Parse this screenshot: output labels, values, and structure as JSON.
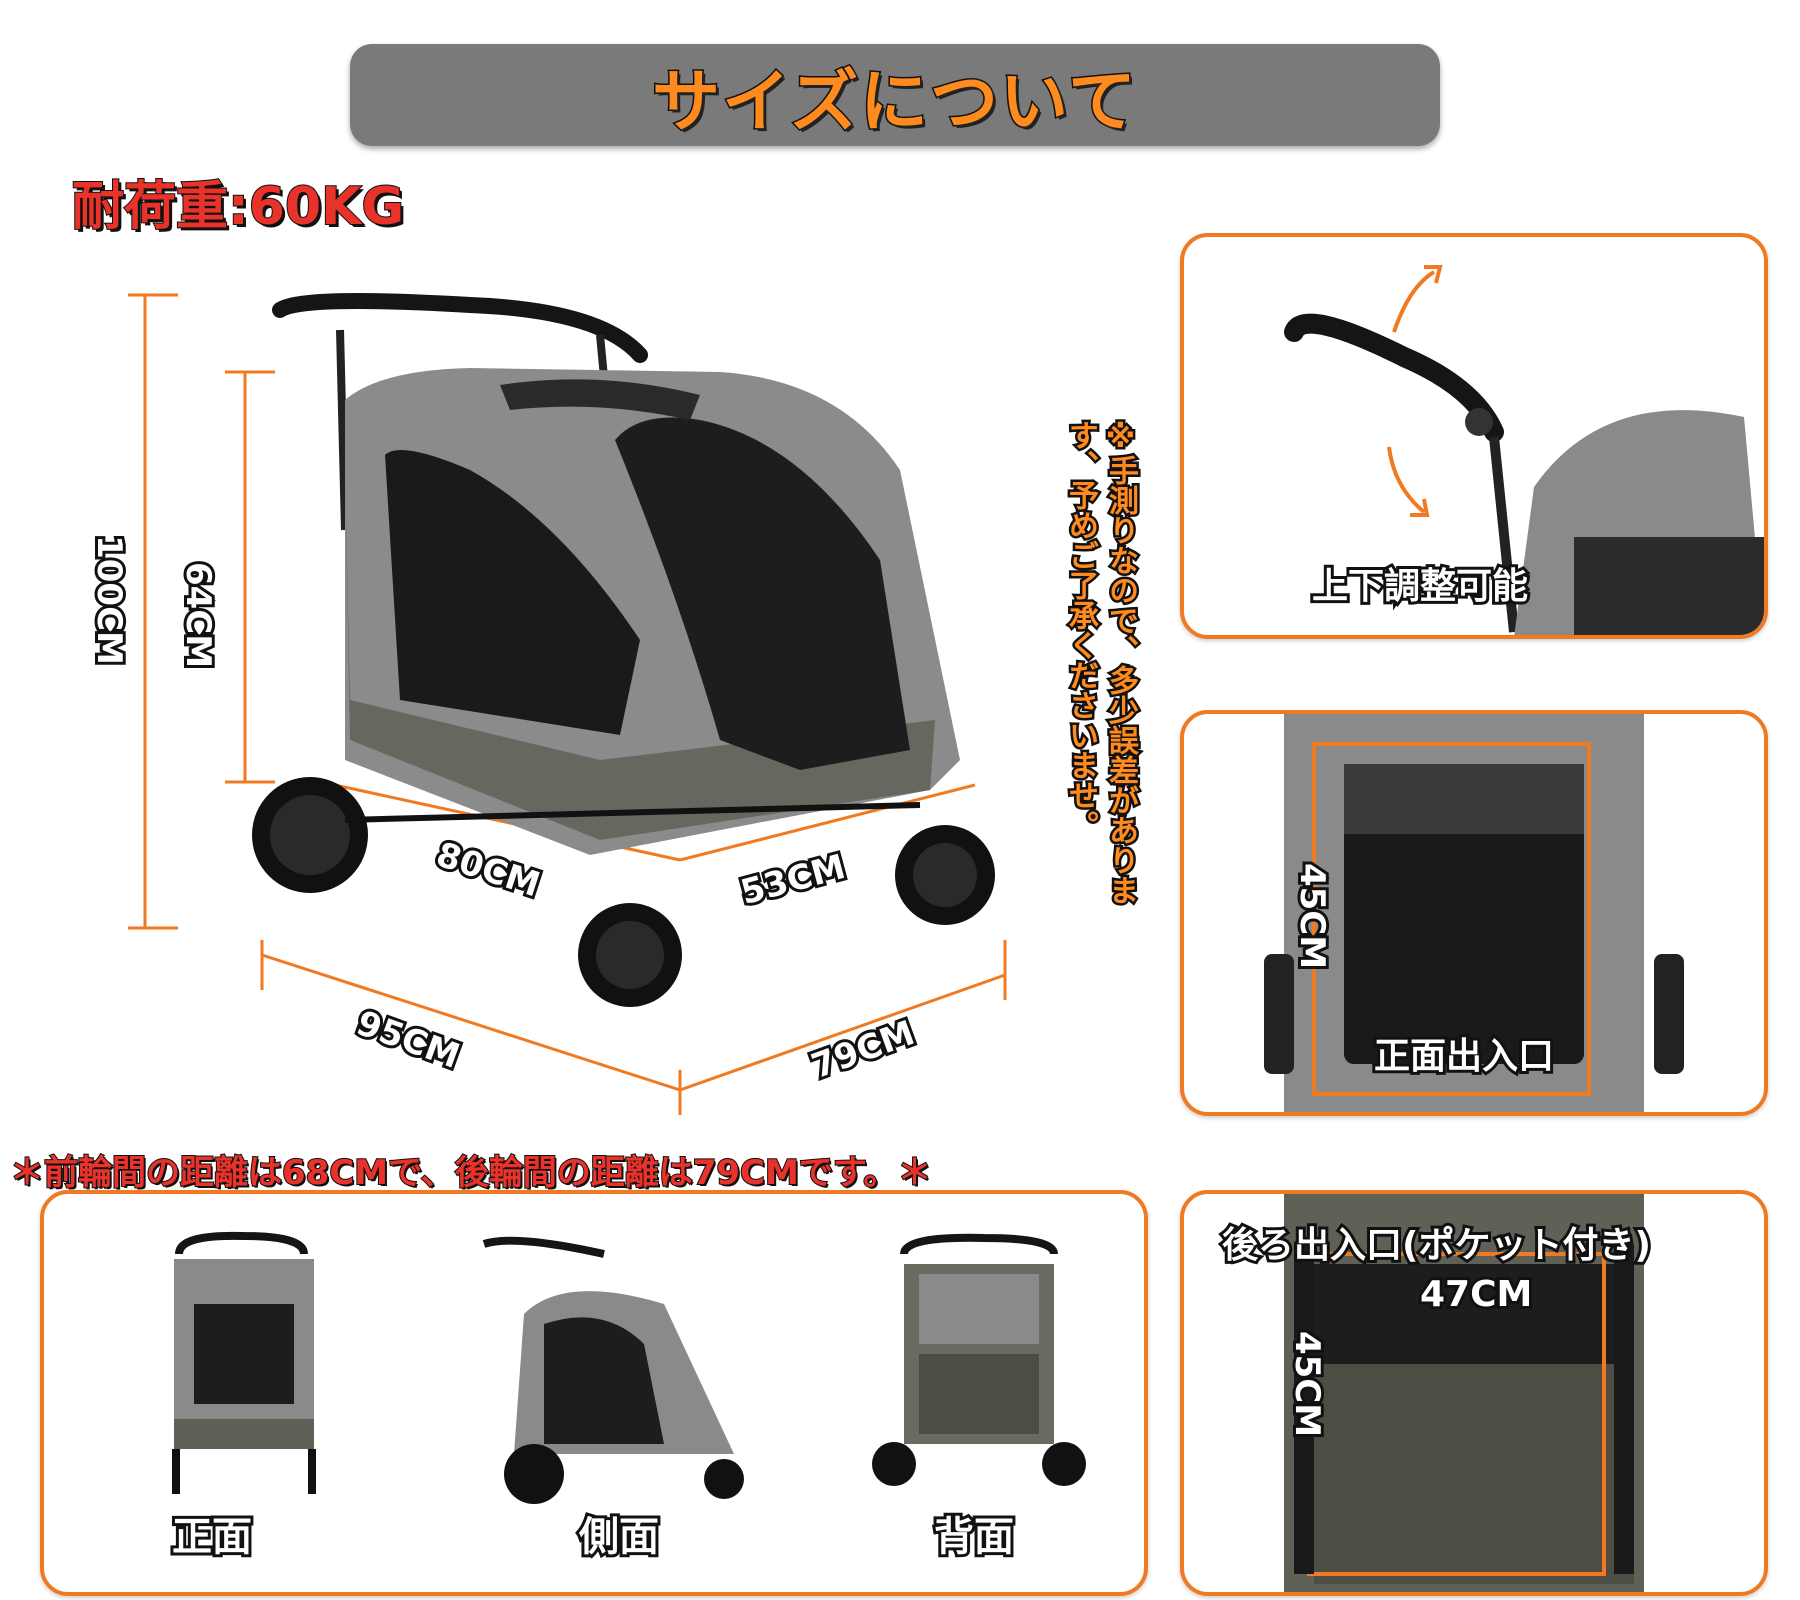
{
  "header": {
    "title": "サイズについて"
  },
  "load_capacity": "耐荷重:60KG",
  "dimensions": {
    "total_height": "100CM",
    "seat_height": "64CM",
    "body_length": "80CM",
    "body_width": "53CM",
    "total_length": "95CM",
    "total_width": "79CM"
  },
  "measurement_note": "※手測りなので、多少誤差があります、予めご了承くださいませ。",
  "wheel_note": "＊前輪間の距離は68CMで、後輪間の距離は79CMです。＊",
  "panels": {
    "handle": {
      "label": "上下調整可能"
    },
    "front_entrance": {
      "label": "正面出入口",
      "height": "45CM"
    },
    "rear_entrance": {
      "label": "後ろ出入口(ポケット付き)",
      "width": "47CM",
      "height": "45CM"
    }
  },
  "views": {
    "front": "正面",
    "side": "側面",
    "back": "背面"
  },
  "colors": {
    "accent": "#f07a22",
    "banner": "#7a7a7a",
    "warning": "#e8322a"
  }
}
